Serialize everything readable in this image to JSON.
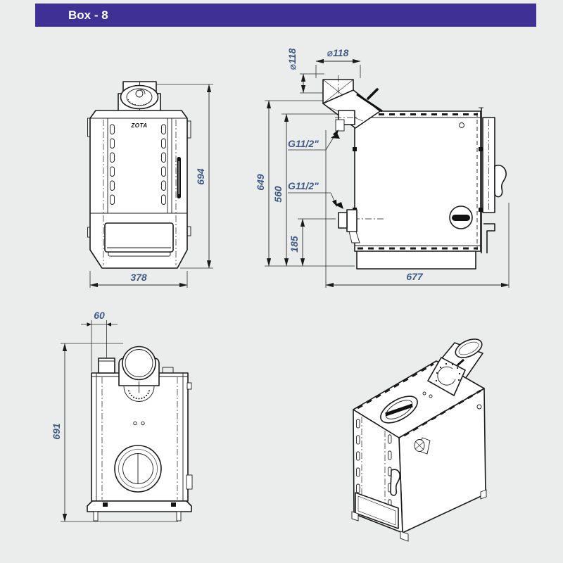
{
  "header": {
    "title": "Box - 8",
    "bar_color": "#3e3095"
  },
  "brand": "ZOTA",
  "dims": {
    "front_height": "694",
    "front_width": "378",
    "side_flue_dia_v": "⌀118",
    "side_flue_dia_h": "⌀118",
    "side_conn_upper": "G11/2\"",
    "side_conn_lower": "G11/2\"",
    "side_h_total": "649",
    "side_h_upper": "560",
    "side_h_lower": "185",
    "side_depth": "677",
    "rear_offset": "60",
    "rear_height": "691"
  }
}
